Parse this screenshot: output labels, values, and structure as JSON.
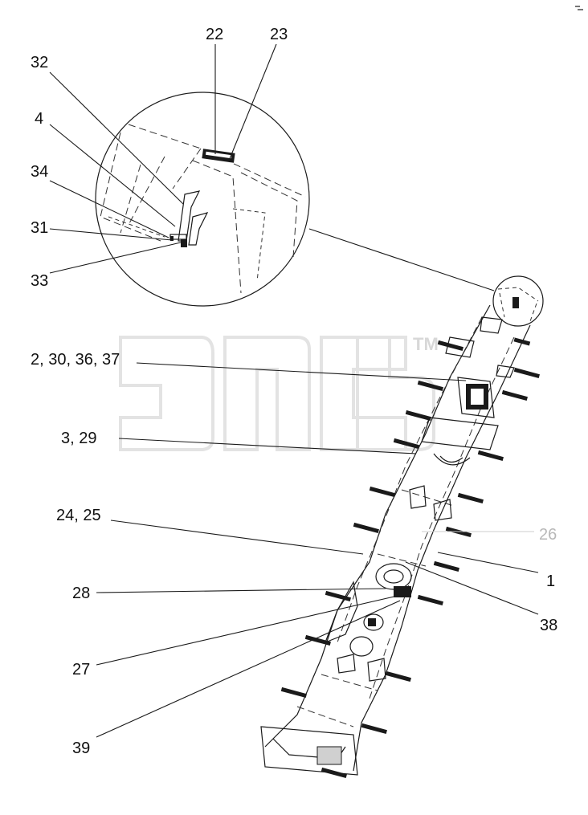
{
  "watermark": {
    "tm": "TM"
  },
  "callouts": {
    "c22": "22",
    "c23": "23",
    "c32": "32",
    "c4": "4",
    "c34": "34",
    "c31": "31",
    "c33": "33",
    "c2_30_36_37": "2, 30, 36, 37",
    "c3_29": "3, 29",
    "c24_25": "24, 25",
    "c26": "26",
    "c1": "1",
    "c28": "28",
    "c38": "38",
    "c27": "27",
    "c39": "39"
  },
  "colors": {
    "line": "#1a1a1a",
    "watermark": "#e3e3e3",
    "muted_label": "#b8b8b8"
  }
}
